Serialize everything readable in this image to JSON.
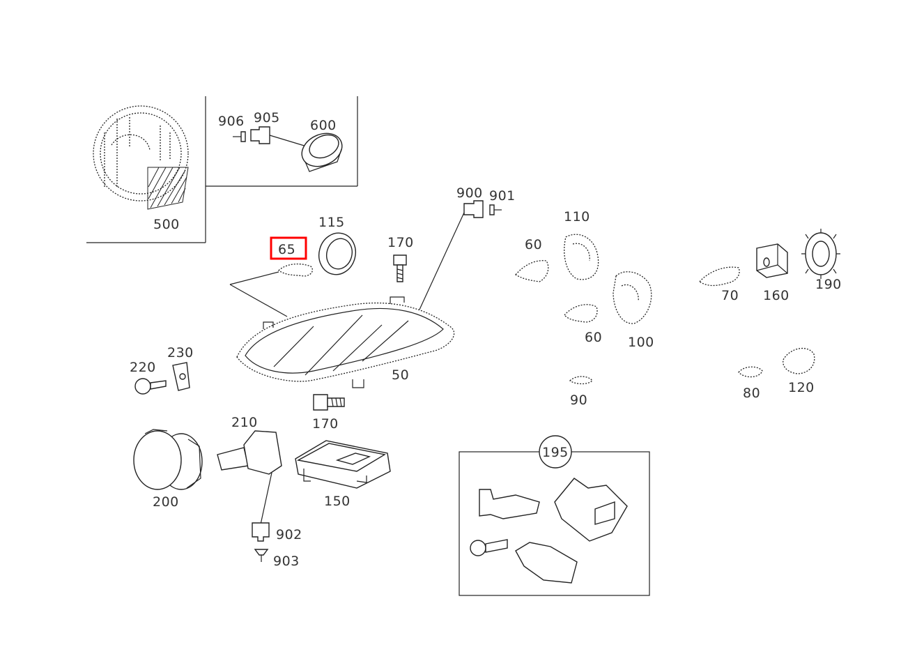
{
  "diagram": {
    "highlight_color": "#ff0000",
    "selected_part": "65",
    "parts": [
      {
        "id": "p906",
        "label": "906",
        "icon": "bulb-icon"
      },
      {
        "id": "p905",
        "label": "905",
        "icon": "socket-icon"
      },
      {
        "id": "p600",
        "label": "600",
        "icon": "cap-icon"
      },
      {
        "id": "p500",
        "label": "500",
        "icon": "headlamp-lens-icon"
      },
      {
        "id": "p900",
        "label": "900",
        "icon": "socket-icon"
      },
      {
        "id": "p901",
        "label": "901",
        "icon": "bulb-icon"
      },
      {
        "id": "p115",
        "label": "115",
        "icon": "seal-ring-icon"
      },
      {
        "id": "p65",
        "label": "65",
        "icon": "clip-icon"
      },
      {
        "id": "p170a",
        "label": "170",
        "icon": "screw-icon"
      },
      {
        "id": "p50",
        "label": "50",
        "icon": "headlamp-housing-icon"
      },
      {
        "id": "p170b",
        "label": "170",
        "icon": "screw-icon"
      },
      {
        "id": "p220",
        "label": "220",
        "icon": "screw-icon"
      },
      {
        "id": "p230",
        "label": "230",
        "icon": "clip-nut-icon"
      },
      {
        "id": "p210",
        "label": "210",
        "icon": "bulb-icon"
      },
      {
        "id": "p200",
        "label": "200",
        "icon": "fog-lamp-icon"
      },
      {
        "id": "p150",
        "label": "150",
        "icon": "control-unit-icon"
      },
      {
        "id": "p902",
        "label": "902",
        "icon": "socket-icon"
      },
      {
        "id": "p903",
        "label": "903",
        "icon": "bulb-icon"
      },
      {
        "id": "p60a",
        "label": "60",
        "icon": "bracket-icon"
      },
      {
        "id": "p110",
        "label": "110",
        "icon": "reflector-icon"
      },
      {
        "id": "p60b",
        "label": "60",
        "icon": "bracket-icon"
      },
      {
        "id": "p100",
        "label": "100",
        "icon": "reflector-icon"
      },
      {
        "id": "p90",
        "label": "90",
        "icon": "clip-icon"
      },
      {
        "id": "p70",
        "label": "70",
        "icon": "adjuster-icon"
      },
      {
        "id": "p160",
        "label": "160",
        "icon": "motor-icon"
      },
      {
        "id": "p190",
        "label": "190",
        "icon": "gear-cap-icon"
      },
      {
        "id": "p80",
        "label": "80",
        "icon": "clip-icon"
      },
      {
        "id": "p120",
        "label": "120",
        "icon": "adjuster-icon"
      },
      {
        "id": "p195",
        "label": "195",
        "icon": "repair-kit-icon"
      }
    ]
  }
}
